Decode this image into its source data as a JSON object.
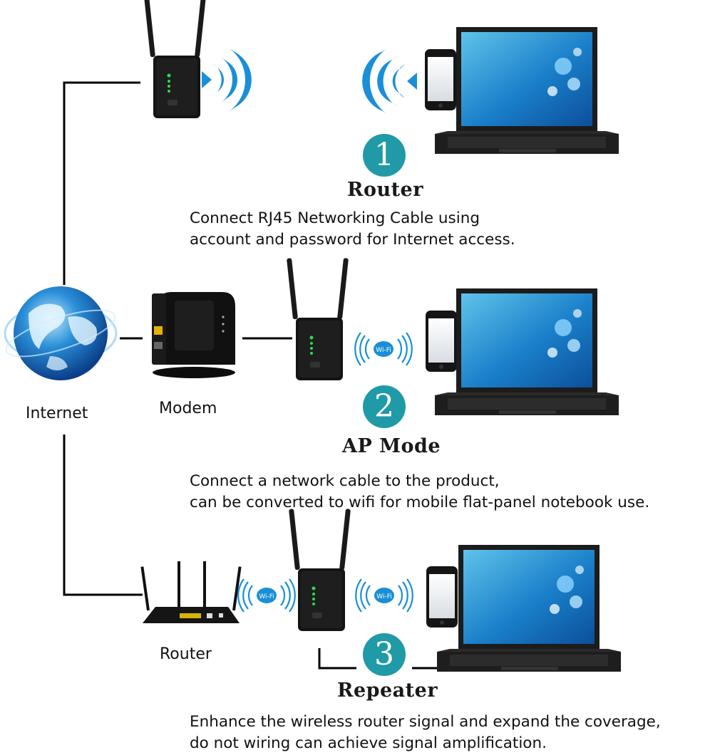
{
  "labels": {
    "internet": "Internet",
    "modem": "Modem",
    "router_device": "Router"
  },
  "modes": [
    {
      "number": "1",
      "title": "Router",
      "lines": [
        "Connect RJ45 Networking Cable using",
        "account and password  for Internet access."
      ]
    },
    {
      "number": "2",
      "title": "AP Mode",
      "lines": [
        "Connect a network cable to the product,",
        "can be converted to wifi for mobile flat-panel notebook use."
      ]
    },
    {
      "number": "3",
      "title": "Repeater",
      "lines": [
        "Enhance the wireless router signal and expand the coverage,",
        "do not wiring can achieve signal amplification."
      ]
    }
  ],
  "badge_text": "Wi-Fi",
  "colors": {
    "accent": "#1f9aa6",
    "wifi_blue": "#1a8fd6",
    "device_black": "#141414"
  },
  "icons": [
    "globe-icon",
    "modem-icon",
    "extender-icon",
    "router-icon",
    "laptop-icon",
    "phone-icon",
    "wifi-waves-icon",
    "wifi-badge-icon"
  ]
}
